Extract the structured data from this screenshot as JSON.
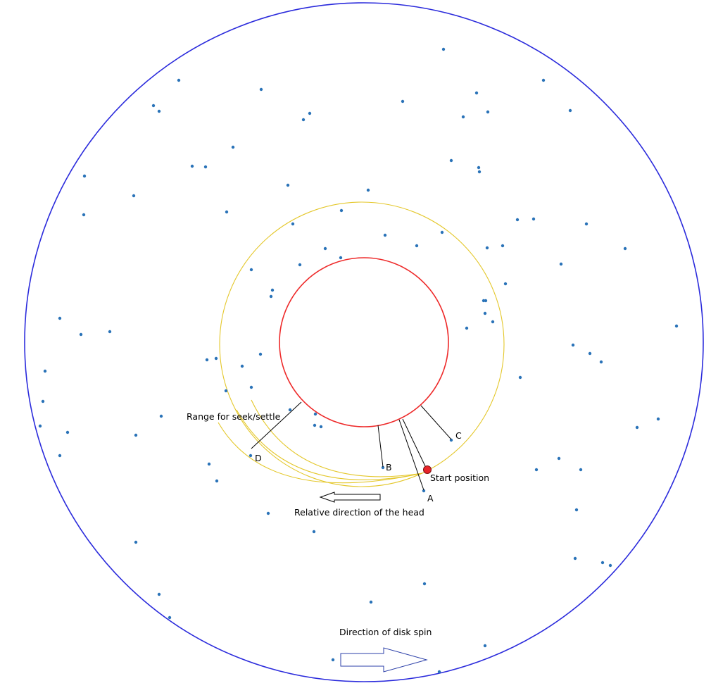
{
  "labels": {
    "range": "Range for seek/settle",
    "start": "Start position",
    "head_dir": "Relative direction of the head",
    "spin": "Direction of disk spin",
    "a": "A",
    "b": "B",
    "c": "C",
    "d": "D"
  },
  "colors": {
    "disk_outline": "#2b2bdc",
    "inner_circle": "#ee2a2a",
    "range_arc": "#e4c72a",
    "dot": "#2a73b8",
    "start_marker": "#e8242a",
    "arrow_stroke": "#2b3fa8"
  }
}
